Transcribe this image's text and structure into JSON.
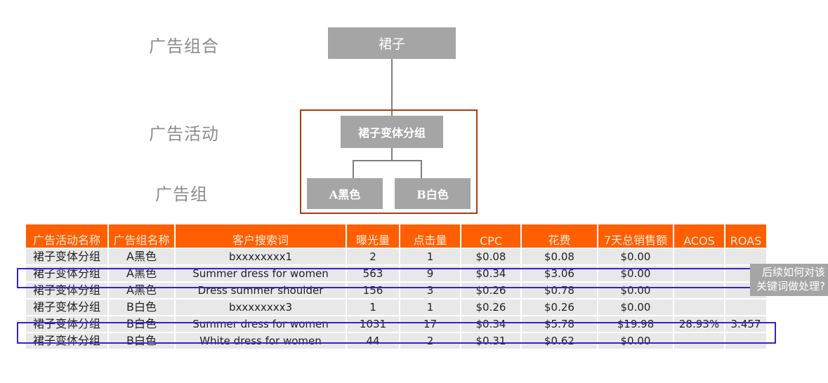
{
  "diagram": {
    "level_labels": {
      "portfolio": "广告组合",
      "campaign": "广告活动",
      "ad_group": "广告组"
    },
    "nodes": {
      "portfolio": "裙子",
      "campaign": "裙子变体分组",
      "ad_group_a": "A黑色",
      "ad_group_b": "B白色"
    },
    "colors": {
      "node_fill": "#a5a5a5",
      "connector": "#7f7f7f",
      "frame": "#b03a13"
    }
  },
  "table": {
    "header_color": "#ff5f00",
    "highlight_color": "#3b1ed1",
    "columns": [
      "广告活动名称",
      "广告组名称",
      "客户搜索词",
      "曝光量",
      "点击量",
      "CPC",
      "花费",
      "7天总销售额",
      "ACOS",
      "ROAS"
    ],
    "rows": [
      [
        "裙子变体分组",
        "A黑色",
        "bxxxxxxxx1",
        "2",
        "1",
        "$0.08",
        "$0.08",
        "$0.00",
        "",
        ""
      ],
      [
        "裙子变体分组",
        "A黑色",
        "Summer dress for women",
        "563",
        "9",
        "$0.34",
        "$3.06",
        "$0.00",
        "",
        ""
      ],
      [
        "裙子变体分组",
        "A黑色",
        "Dress summer shoulder",
        "156",
        "3",
        "$0.26",
        "$0.78",
        "$0.00",
        "",
        ""
      ],
      [
        "裙子变体分组",
        "B白色",
        "bxxxxxxxx3",
        "1",
        "1",
        "$0.26",
        "$0.26",
        "$0.00",
        "",
        ""
      ],
      [
        "裙子变体分组",
        "B白色",
        "Summer dress for women",
        "1031",
        "17",
        "$0.34",
        "$5.78",
        "$19.98",
        "28.93%",
        "3.457"
      ],
      [
        "裙子变体分组",
        "B白色",
        "White dress for women",
        "44",
        "2",
        "$0.31",
        "$0.62",
        "$0.00",
        "",
        ""
      ]
    ],
    "highlighted_rows": [
      1,
      4
    ]
  },
  "callout": {
    "line1": "后续如何对该",
    "line2": "关键词做处理?"
  }
}
